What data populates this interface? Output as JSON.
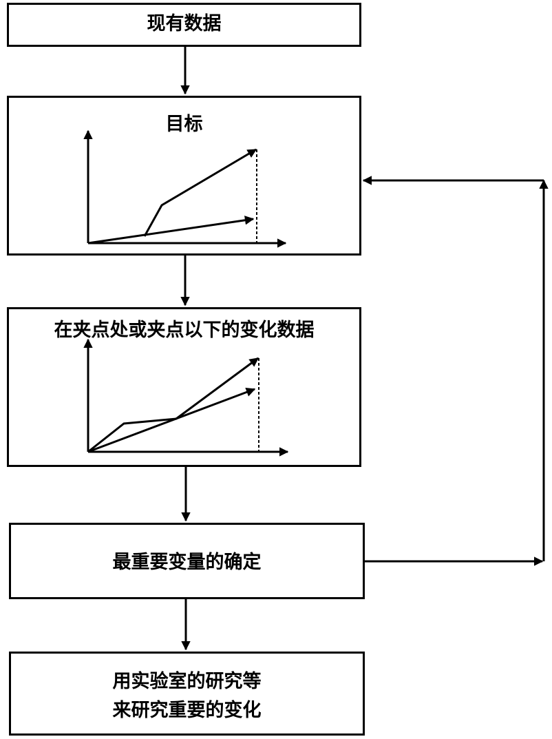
{
  "nodes": {
    "existing_data": "现有数据",
    "target": "目标",
    "change_data": "在夹点处或夹点以下的变化数据",
    "key_variables": "最重要变量的确定",
    "lab_study_line1": "用实验室的研究等",
    "lab_study_line2": "来研究重要的变化"
  },
  "colors": {
    "stroke": "#000000",
    "background": "#ffffff"
  }
}
